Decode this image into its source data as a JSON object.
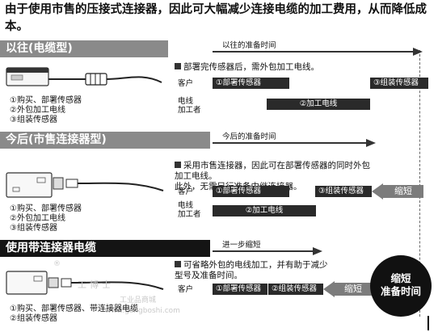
{
  "intro": "由于使用市售的压接式连接器，因此可大幅减少连接电缆的加工费用，从而降低成本。",
  "sections": [
    {
      "title": "以往(电缆型)",
      "timeline_label": "以往的准备时间",
      "note": "部署完传感器后，需外包加工电线。",
      "roles": [
        "客户",
        "电线\n加工者"
      ],
      "bars": [
        "①部署传感器",
        "③组装传感器",
        "②加工电线"
      ],
      "steps": [
        "①购买、部署传感器",
        "②外包加工电线",
        "③组装传感器"
      ]
    },
    {
      "title": "今后(市售连接器型)",
      "timeline_label": "今后的准备时间",
      "note": "采用市售连接器，因此可在部署传感器的同时外包加工电线。\n此外，无需另行准备中继连接器。",
      "roles": [
        "客户",
        "电线\n加工者"
      ],
      "bars": [
        "①部署传感器",
        "③组装传感器",
        "②加工电线"
      ],
      "shorten": "缩短",
      "steps": [
        "①购买、部署传感器",
        "②外包加工电线",
        "③组装传感器"
      ]
    },
    {
      "title": "使用带连接器电缆",
      "timeline_label": "进一步缩短",
      "note": "可省略外包的电线加工，并有助于减少型号及准备时间。",
      "roles": [
        "客户"
      ],
      "bars": [
        "①部署传感器",
        "②组装传感器"
      ],
      "shorten": "缩短",
      "steps": [
        "①购买、部署传感器、带连接器电缆",
        "②组装传感器"
      ]
    }
  ],
  "circle": "缩短\n准备时间",
  "watermark": {
    "logo": "工博士",
    "sub": "工业品商城",
    "url": "www.gongboshi.com",
    "reg": "®"
  }
}
